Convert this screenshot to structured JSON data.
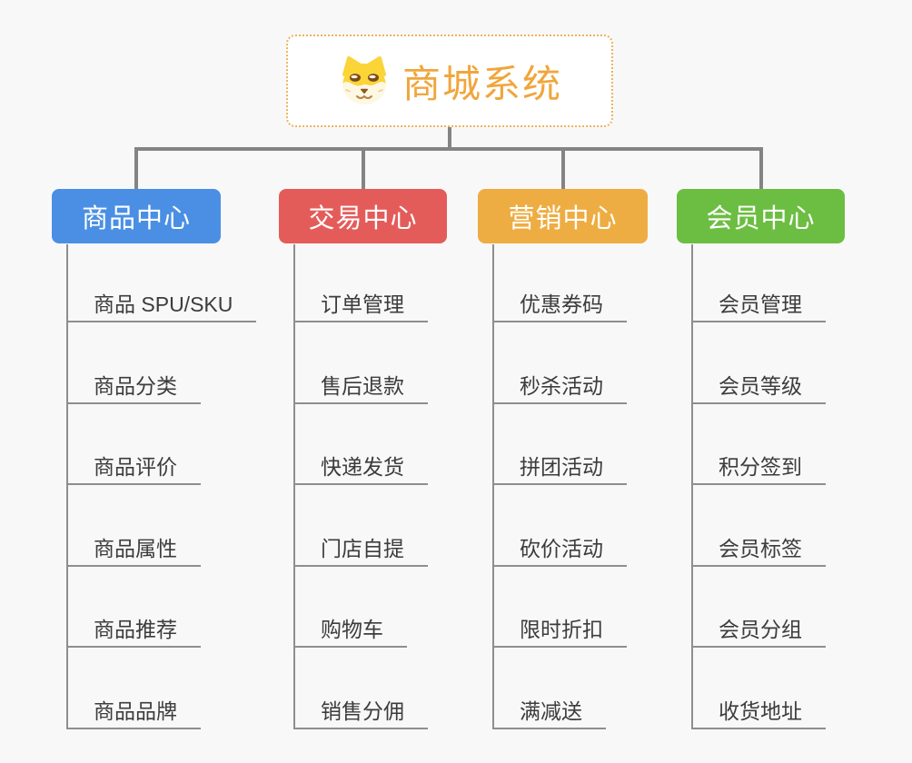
{
  "canvas": {
    "background_color": "#f8f8f8",
    "connector_color": "#848484",
    "underline_color": "#8e8e8e",
    "child_text_color": "#3c3c3c"
  },
  "root": {
    "title": "商城系统",
    "title_color": "#f0a63c",
    "border_color": "#edb25c",
    "icon": "dog-face-icon"
  },
  "branches": [
    {
      "label": "商品中心",
      "color": "#4a8fe4",
      "children": [
        "商品 SPU/SKU",
        "商品分类",
        "商品评价",
        "商品属性",
        "商品推荐",
        "商品品牌"
      ]
    },
    {
      "label": "交易中心",
      "color": "#e45c5a",
      "children": [
        "订单管理",
        "售后退款",
        "快递发货",
        "门店自提",
        "购物车",
        "销售分佣"
      ]
    },
    {
      "label": "营销中心",
      "color": "#eead42",
      "children": [
        "优惠券码",
        "秒杀活动",
        "拼团活动",
        "砍价活动",
        "限时折扣",
        "满减送"
      ]
    },
    {
      "label": "会员中心",
      "color": "#6cbe42",
      "children": [
        "会员管理",
        "会员等级",
        "积分签到",
        "会员标签",
        "会员分组",
        "收货地址"
      ]
    }
  ]
}
